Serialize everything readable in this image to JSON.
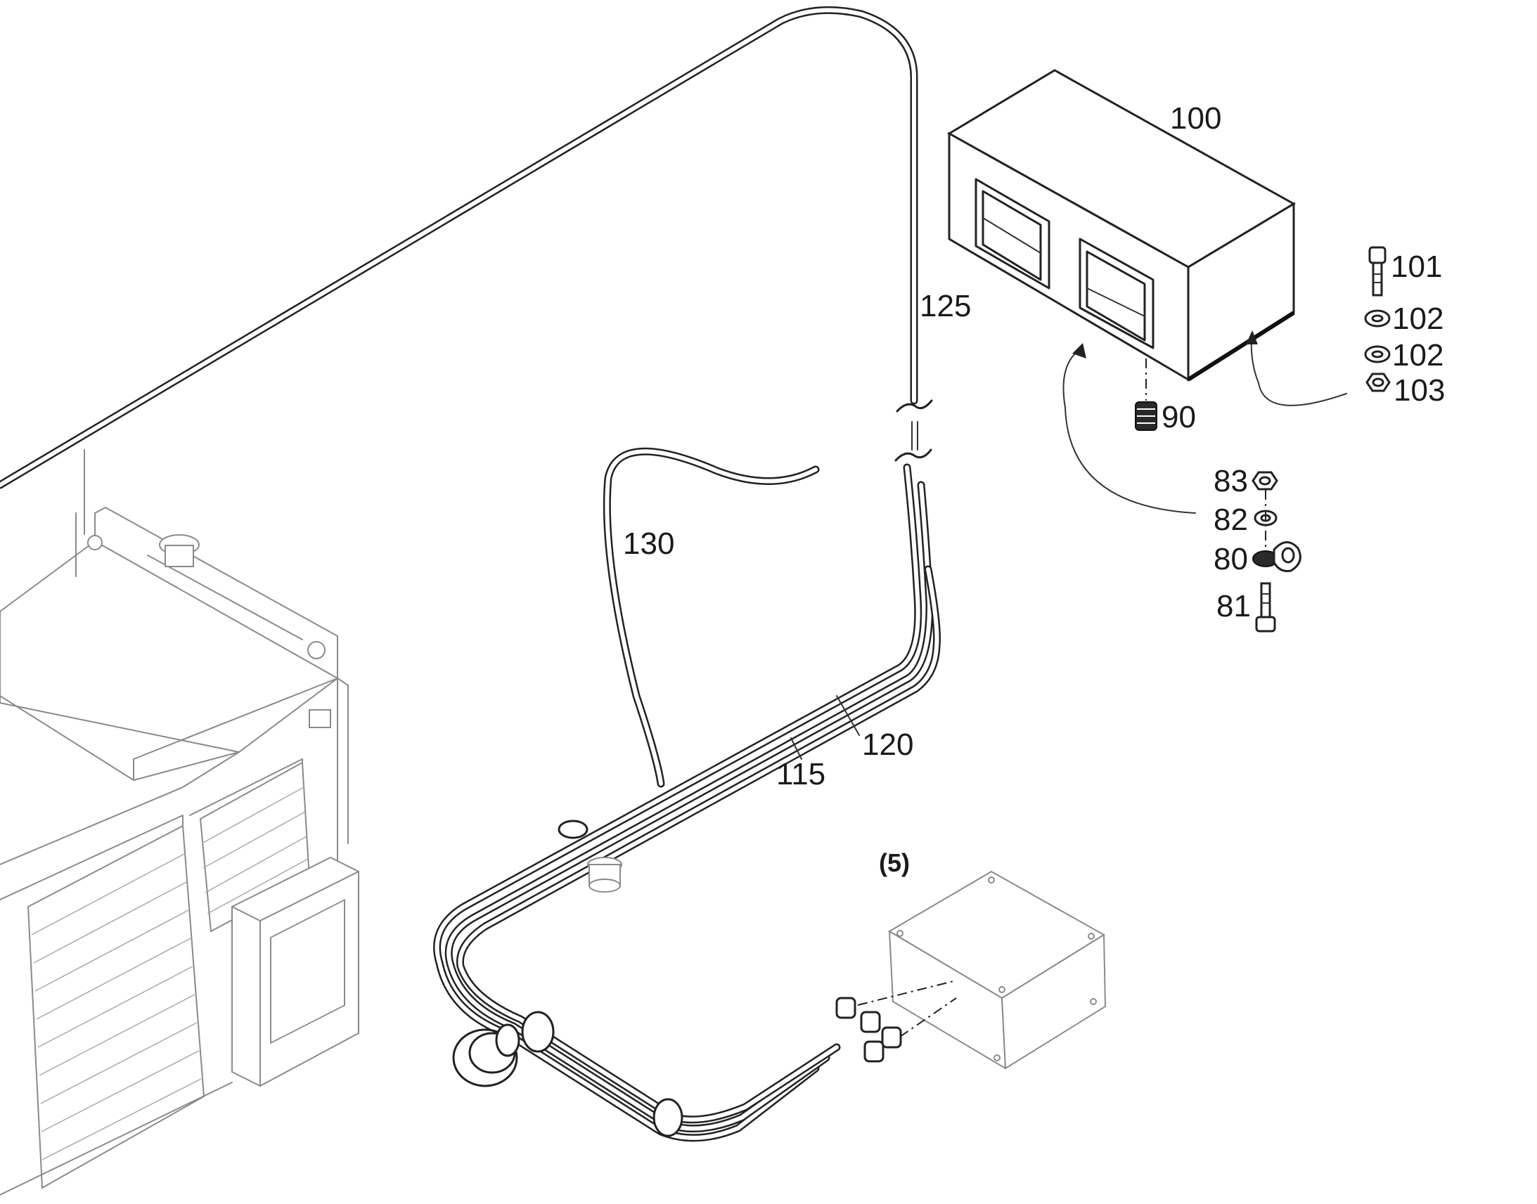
{
  "callouts": {
    "box_100": "100",
    "screw_101": "101",
    "washer_102a": "102",
    "washer_102b": "102",
    "nut_103": "103",
    "gland_90": "90",
    "nut_83": "83",
    "washer_82": "82",
    "clamp_80": "80",
    "screw_81": "81",
    "cable_125": "125",
    "cable_130": "130",
    "cable_120": "120",
    "cable_115": "115",
    "junction_5": "(5)"
  }
}
